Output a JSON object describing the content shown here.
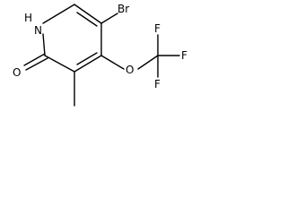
{
  "molecule": {
    "atoms": {
      "nh": "H\nN",
      "carbonyl_o": "O",
      "bromine": "Br",
      "ether_o": "O",
      "fluorine_top": "F",
      "fluorine_right": "F",
      "fluorine_bottom": "F"
    }
  },
  "nh_label": {
    "h": "H",
    "n": "N"
  }
}
